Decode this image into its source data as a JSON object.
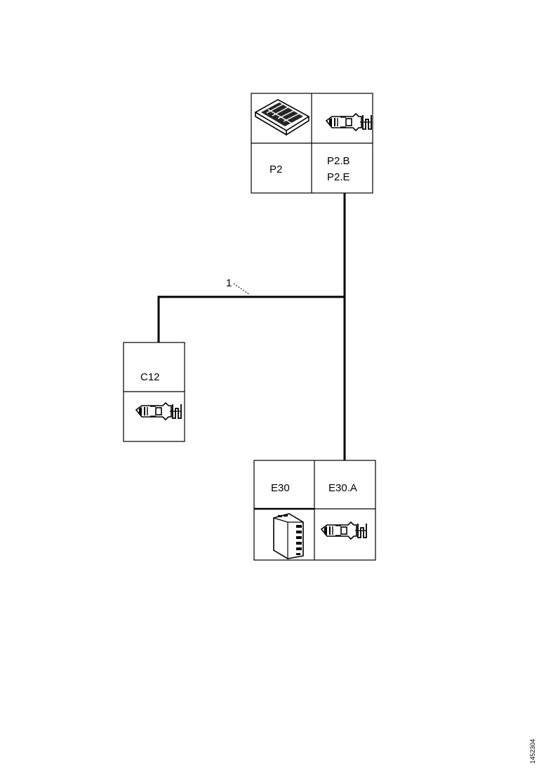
{
  "wire": {
    "number": "1"
  },
  "connectors": {
    "p2": {
      "label_left": "P2",
      "label_right_1": "P2.B",
      "label_right_2": "P2.E"
    },
    "c12": {
      "label": "C12"
    },
    "e30": {
      "label_left": "E30",
      "label_right": "E30.A"
    }
  },
  "reference_code": "1452304",
  "icons": [
    "multi-pin-connector-housing-icon",
    "terminal-pin-icon",
    "ecu-module-icon"
  ]
}
